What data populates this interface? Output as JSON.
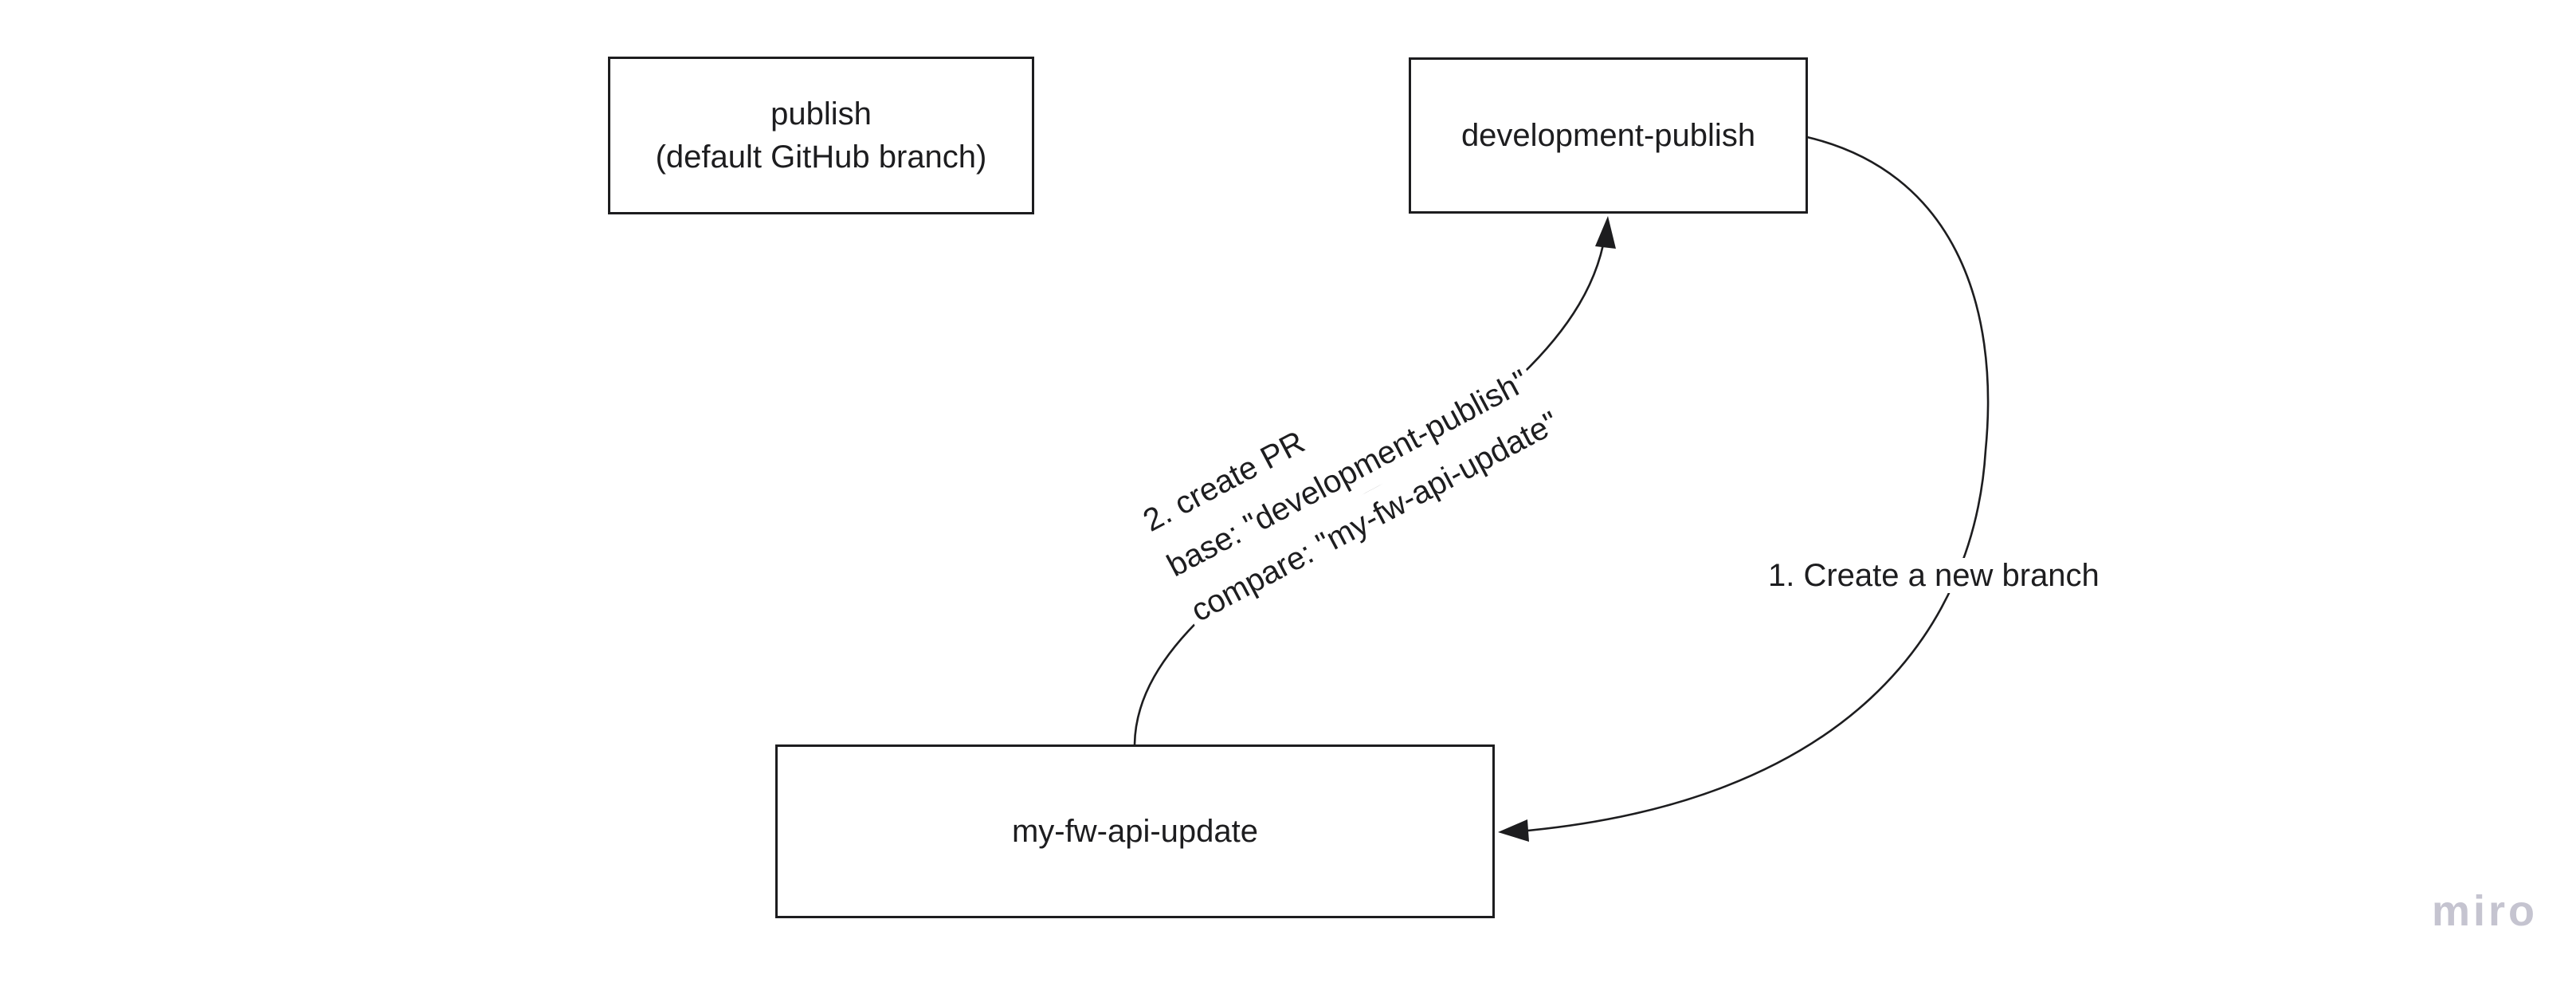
{
  "theme": {
    "background": "#ffffff",
    "stroke": "#1d1d1f",
    "text": "#1d1d1f",
    "watermark_color": "#c5c4d0"
  },
  "nodes": [
    {
      "id": "publish",
      "lines": [
        "publish",
        "(default GitHub branch)"
      ]
    },
    {
      "id": "development-publish",
      "lines": [
        "development-publish"
      ]
    },
    {
      "id": "my-fw-api-update",
      "lines": [
        "my-fw-api-update"
      ]
    }
  ],
  "edges": [
    {
      "id": "create-branch",
      "from": "development-publish",
      "to": "my-fw-api-update",
      "label": "1. Create a new branch"
    },
    {
      "id": "create-pr",
      "from": "my-fw-api-update",
      "to": "development-publish",
      "lines": [
        "2. create PR",
        "base: \"development-publish\"",
        "compare: \"my-fw-api-update\""
      ]
    }
  ],
  "watermark": "miro"
}
